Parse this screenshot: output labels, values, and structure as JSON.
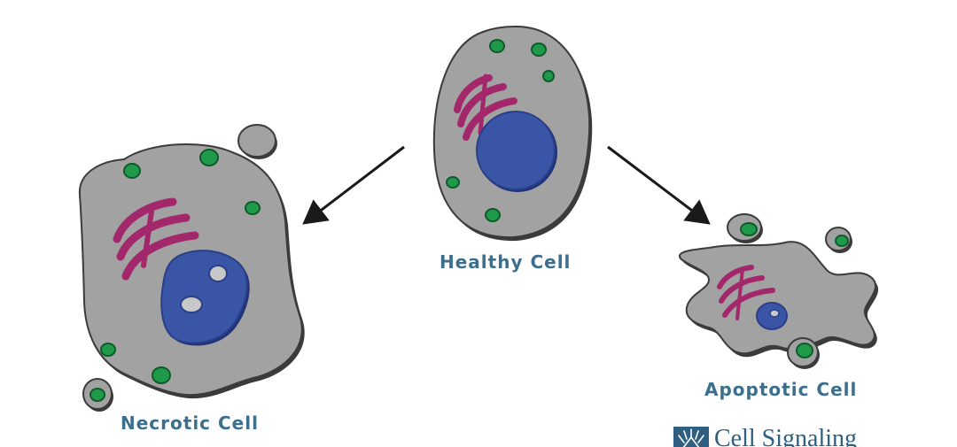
{
  "labels": {
    "healthy": "Healthy Cell",
    "necrotic": "Necrotic Cell",
    "apoptotic": "Apoptotic Cell"
  },
  "brand": {
    "name": "Cell Signaling"
  },
  "colors": {
    "cytoplasm": "#a2a2a2",
    "outline": "#3b3b3b",
    "nucleus": "#3a55a6",
    "golgi": "#a3286b",
    "vesicle": "#1f9a4a",
    "label": "#3c6f8e",
    "arrow": "#1a1a1a"
  }
}
